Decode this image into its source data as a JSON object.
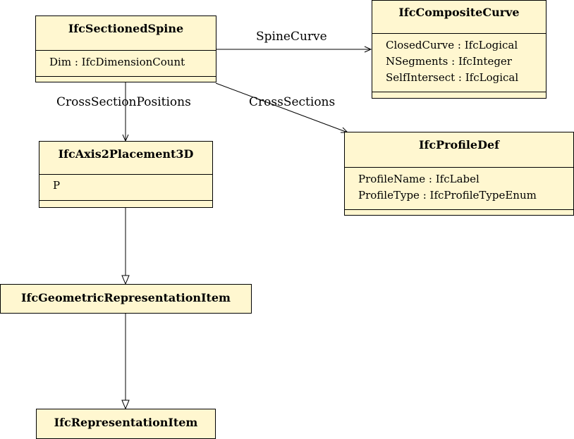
{
  "classes": {
    "sectioned_spine": {
      "name": "IfcSectionedSpine",
      "attributes": [
        "Dim : IfcDimensionCount"
      ]
    },
    "composite_curve": {
      "name": "IfcCompositeCurve",
      "attributes": [
        "ClosedCurve : IfcLogical",
        "NSegments : IfcInteger",
        "SelfIntersect : IfcLogical"
      ]
    },
    "axis2placement3d": {
      "name": "IfcAxis2Placement3D",
      "attributes": [
        "P"
      ]
    },
    "profile_def": {
      "name": "IfcProfileDef",
      "attributes": [
        "ProfileName : IfcLabel",
        "ProfileType : IfcProfileTypeEnum"
      ]
    },
    "geometric_representation_item": {
      "name": "IfcGeometricRepresentationItem"
    },
    "representation_item": {
      "name": "IfcRepresentationItem"
    }
  },
  "associations": {
    "spine_curve": "SpineCurve",
    "cross_section_positions": "CrossSectionPositions",
    "cross_sections": "CrossSections"
  },
  "colors": {
    "class_fill": "#fff7d0",
    "stroke": "#000000"
  }
}
